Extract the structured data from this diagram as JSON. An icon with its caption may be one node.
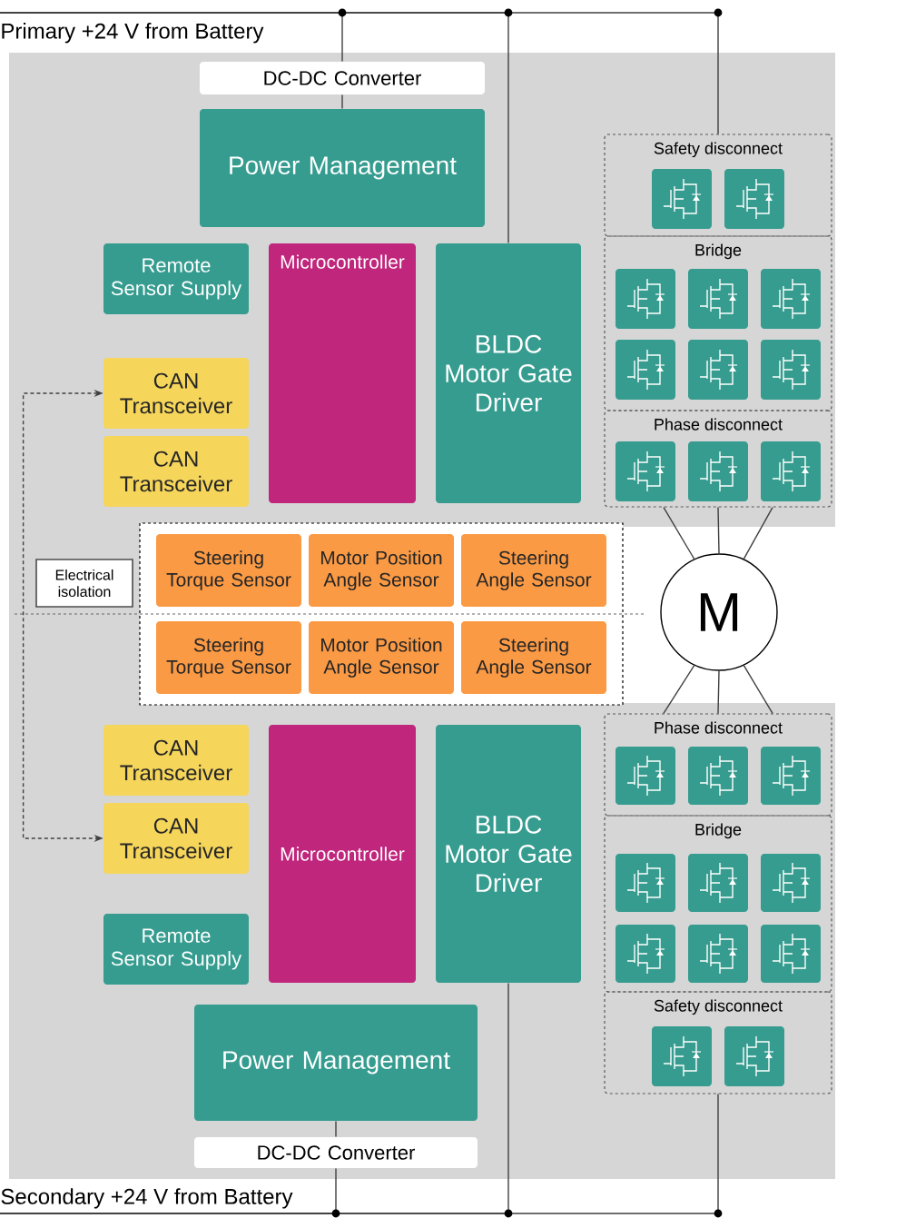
{
  "diagram": {
    "nodes": [
      {
        "text": [
          "Primary +24 V from Battery"
        ]
      },
      {
        "text": [
          "DC-DC Converter"
        ]
      },
      {
        "text": [
          "Power Management"
        ]
      },
      {
        "text": [
          "Remote Sensor Supply"
        ]
      },
      {
        "text": [
          "Microcontroller"
        ]
      },
      {
        "text": [
          "BLDC Motor Gate Driver"
        ]
      },
      {
        "text": [
          "CAN Transceiver"
        ]
      },
      {
        "text": [
          "CAN Transceiver"
        ]
      },
      {
        "text": [
          "Safety disconnect"
        ]
      },
      {
        "text": [],
        "shape": "box",
        "in": 8
      },
      {
        "text": [],
        "shape": "box",
        "in": 8
      },
      {
        "text": [
          "Bridge"
        ]
      },
      {
        "text": [],
        "shape": "box",
        "in": 11
      },
      {
        "text": [],
        "shape": "box",
        "in": 11
      },
      {
        "text": [],
        "shape": "box",
        "in": 11
      },
      {
        "text": [],
        "shape": "box",
        "in": 11
      },
      {
        "text": [],
        "shape": "box",
        "in": 11
      },
      {
        "text": [],
        "shape": "box",
        "in": 11
      },
      {
        "text": [
          "Phase disconnect"
        ]
      },
      {
        "text": [],
        "shape": "box",
        "in": 18
      },
      {
        "text": [],
        "shape": "box",
        "in": 18
      },
      {
        "text": [],
        "shape": "box",
        "in": 18
      },
      {
        "text": [
          "Electrical isolation"
        ]
      },
      {
        "text": [
          "Steering Torque Sensor"
        ]
      },
      {
        "text": [
          "Motor Position Angle Sensor"
        ]
      },
      {
        "text": [
          "Steering Angle Sensor"
        ]
      },
      {
        "text": [
          "Steering Torque Sensor"
        ]
      },
      {
        "text": [
          "Motor Position Angle Sensor"
        ]
      },
      {
        "text": [
          "Steering Angle Sensor"
        ]
      },
      {
        "text": [
          "M"
        ]
      },
      {
        "text": [
          "Phase disconnect"
        ]
      },
      {
        "text": [],
        "shape": "box",
        "in": 30
      },
      {
        "text": [],
        "shape": "box",
        "in": 30
      },
      {
        "text": [],
        "shape": "box",
        "in": 30
      },
      {
        "text": [
          "Bridge"
        ]
      },
      {
        "text": [],
        "shape": "box",
        "in": 34
      },
      {
        "text": [],
        "shape": "box",
        "in": 34
      },
      {
        "text": [],
        "shape": "box",
        "in": 34
      },
      {
        "text": [],
        "shape": "box",
        "in": 34
      },
      {
        "text": [],
        "shape": "box",
        "in": 34
      },
      {
        "text": [],
        "shape": "box",
        "in": 34
      },
      {
        "text": [
          "Safety disconnect"
        ]
      },
      {
        "text": [],
        "shape": "box",
        "in": 41
      },
      {
        "text": [],
        "shape": "box",
        "in": 41
      },
      {
        "text": [
          "CAN Transceiver"
        ]
      },
      {
        "text": [
          "CAN Transceiver"
        ]
      },
      {
        "text": [
          "Microcontroller"
        ]
      },
      {
        "text": [
          "BLDC Motor Gate Driver"
        ]
      },
      {
        "text": [
          "Remote Sensor Supply"
        ]
      },
      {
        "text": [
          "Power Management"
        ]
      },
      {
        "text": [
          "DC-DC Converter"
        ]
      },
      {
        "text": [
          "Secondary +24 V from Battery"
        ]
      }
    ],
    "edges": [
      {
        "from": 0,
        "to": 1,
        "arrow": "none"
      },
      {
        "from": 0,
        "to": 5,
        "arrow": "none"
      },
      {
        "from": 0,
        "to": 8,
        "arrow": "none"
      },
      {
        "from": 1,
        "to": 2,
        "arrow": "none"
      },
      {
        "from": 18,
        "to": 29,
        "arrow": "none"
      },
      {
        "from": 18,
        "to": 29,
        "arrow": "none"
      },
      {
        "from": 18,
        "to": 29,
        "arrow": "none"
      },
      {
        "from": 30,
        "to": 29,
        "arrow": "none"
      },
      {
        "from": 30,
        "to": 29,
        "arrow": "none"
      },
      {
        "from": 30,
        "to": 29,
        "arrow": "none"
      },
      {
        "from": 6,
        "to": 45,
        "arrow": "both",
        "style": "dashed"
      },
      {
        "from": 49,
        "to": 50,
        "arrow": "none"
      },
      {
        "from": 50,
        "to": 51,
        "arrow": "none"
      },
      {
        "from": 47,
        "to": 51,
        "arrow": "none"
      },
      {
        "from": 41,
        "to": 51,
        "arrow": "none"
      }
    ]
  }
}
